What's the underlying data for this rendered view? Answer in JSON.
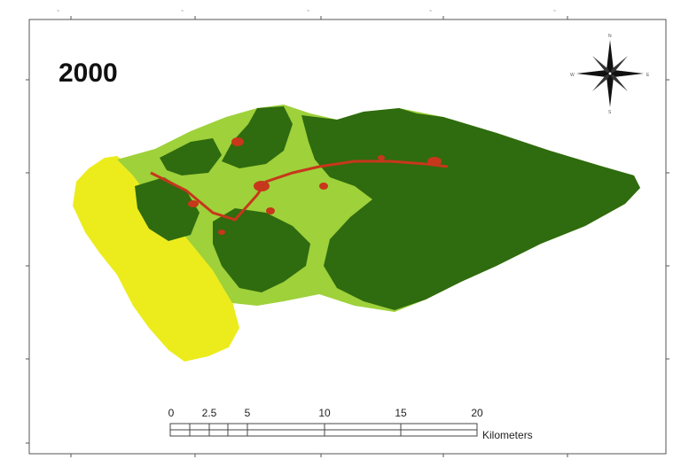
{
  "map": {
    "year": "2000",
    "colors": {
      "dense_forest": "#2f6b0f",
      "open_vegetation": "#9ed13a",
      "sparse_vegetation": "#ecec1c",
      "built_up": "#c7371b",
      "frame": "#555555",
      "background": "#ffffff"
    },
    "north_arrow": {
      "icon": "compass-rose-icon",
      "labels": [
        "N",
        "E",
        "S",
        "W"
      ]
    },
    "scale_bar": {
      "ticks": [
        "0",
        "2.5",
        "5",
        "10",
        "15",
        "20"
      ],
      "unit": "Kilometers"
    },
    "grid_labels": {
      "top": [
        "~",
        "~",
        "~",
        "~",
        "~"
      ],
      "bottom": [
        "~",
        "~",
        "~",
        "~",
        "~"
      ],
      "left": [
        "~",
        "~",
        "~",
        "~",
        "~"
      ],
      "right": [
        "~",
        "~",
        "~",
        "~",
        "~"
      ]
    }
  }
}
